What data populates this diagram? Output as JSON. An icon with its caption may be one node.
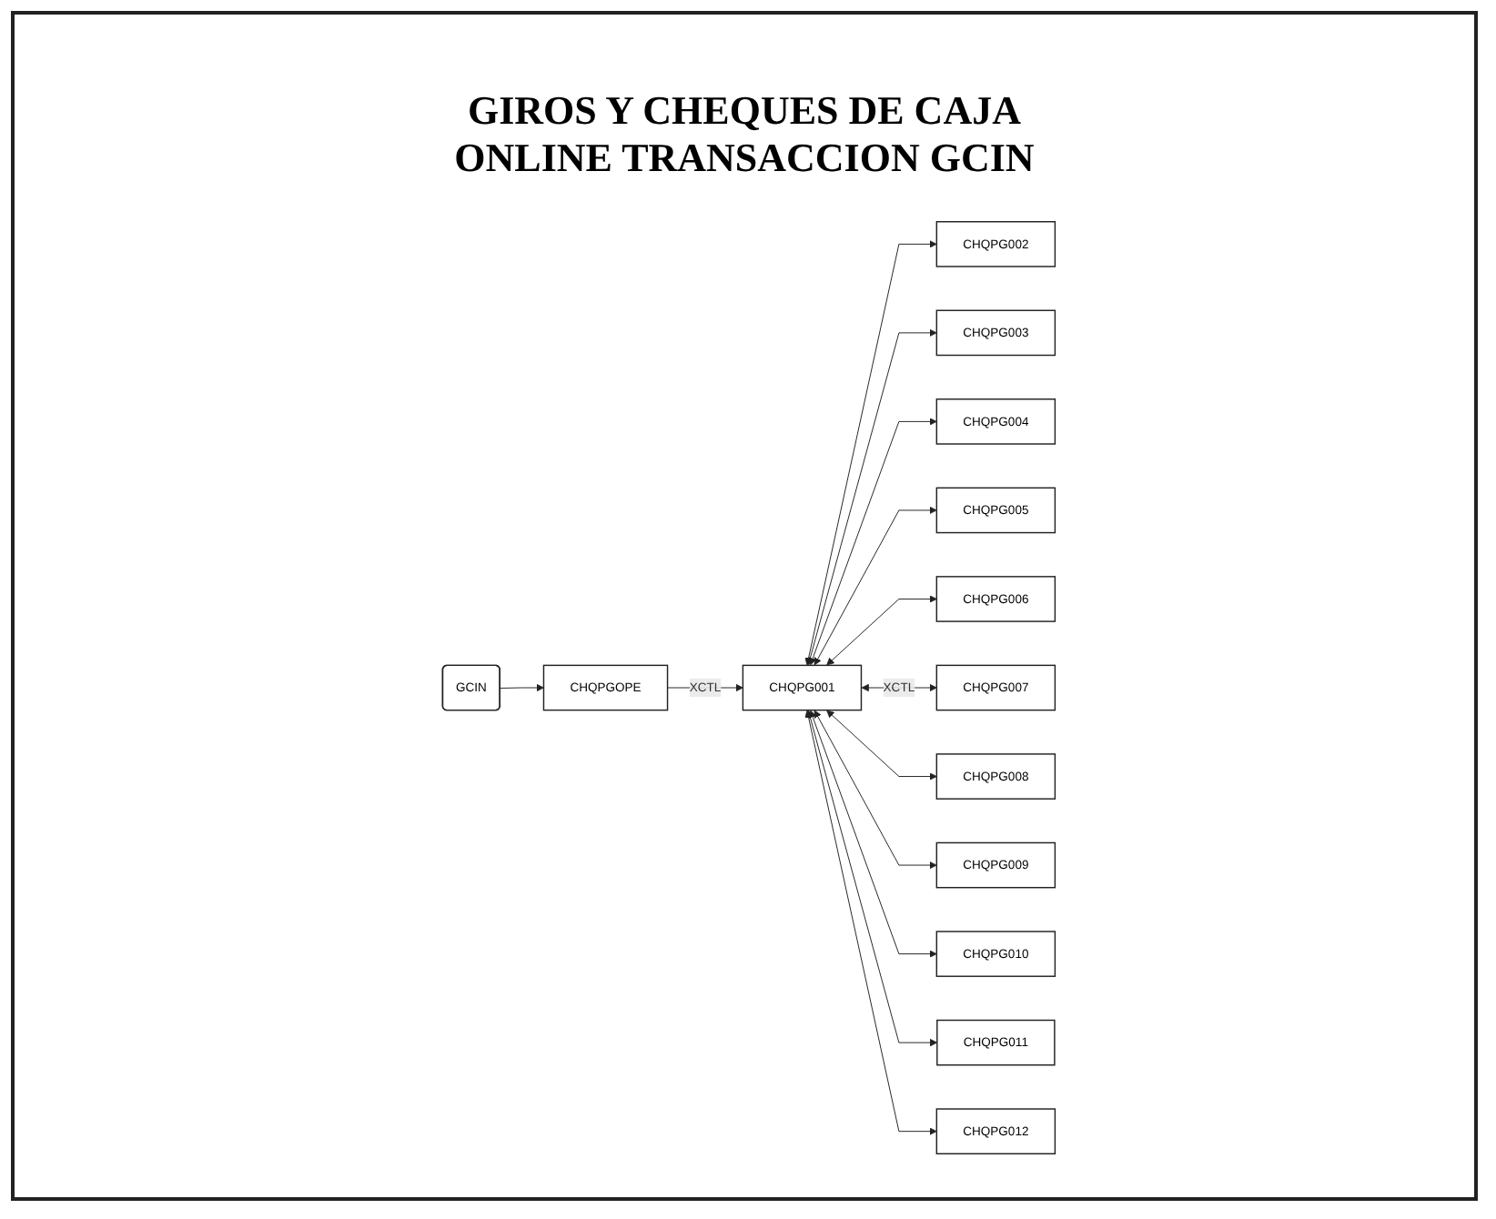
{
  "diagram": {
    "title": "GIROS Y CHEQUES DE CAJA ONLINE TRANSACCION GCIN",
    "nodes": [
      {
        "text": [
          "GCIN"
        ]
      },
      {
        "text": [
          "CHQPGOPE"
        ]
      },
      {
        "text": [
          "CHQPG001"
        ]
      },
      {
        "text": [
          "CHQPG002"
        ]
      },
      {
        "text": [
          "CHQPG003"
        ]
      },
      {
        "text": [
          "CHQPG004"
        ]
      },
      {
        "text": [
          "CHQPG005"
        ]
      },
      {
        "text": [
          "CHQPG006"
        ]
      },
      {
        "text": [
          "CHQPG007"
        ]
      },
      {
        "text": [
          "CHQPG008"
        ]
      },
      {
        "text": [
          "CHQPG009"
        ]
      },
      {
        "text": [
          "CHQPG010"
        ]
      },
      {
        "text": [
          "CHQPG011"
        ]
      },
      {
        "text": [
          "CHQPG012"
        ]
      }
    ],
    "edges": [
      {
        "from": 0,
        "to": 1,
        "arrow": "to"
      },
      {
        "from": 1,
        "to": 2,
        "arrow": "to",
        "label": "XCTL"
      },
      {
        "from": 2,
        "to": 3,
        "arrow": "both"
      },
      {
        "from": 2,
        "to": 4,
        "arrow": "both"
      },
      {
        "from": 2,
        "to": 5,
        "arrow": "both"
      },
      {
        "from": 2,
        "to": 6,
        "arrow": "both"
      },
      {
        "from": 2,
        "to": 7,
        "arrow": "both"
      },
      {
        "from": 2,
        "to": 8,
        "arrow": "both",
        "label": "XCTL"
      },
      {
        "from": 2,
        "to": 9,
        "arrow": "both"
      },
      {
        "from": 2,
        "to": 10,
        "arrow": "both"
      },
      {
        "from": 2,
        "to": 11,
        "arrow": "both"
      },
      {
        "from": 2,
        "to": 12,
        "arrow": "both"
      },
      {
        "from": 2,
        "to": 13,
        "arrow": "both"
      }
    ]
  }
}
